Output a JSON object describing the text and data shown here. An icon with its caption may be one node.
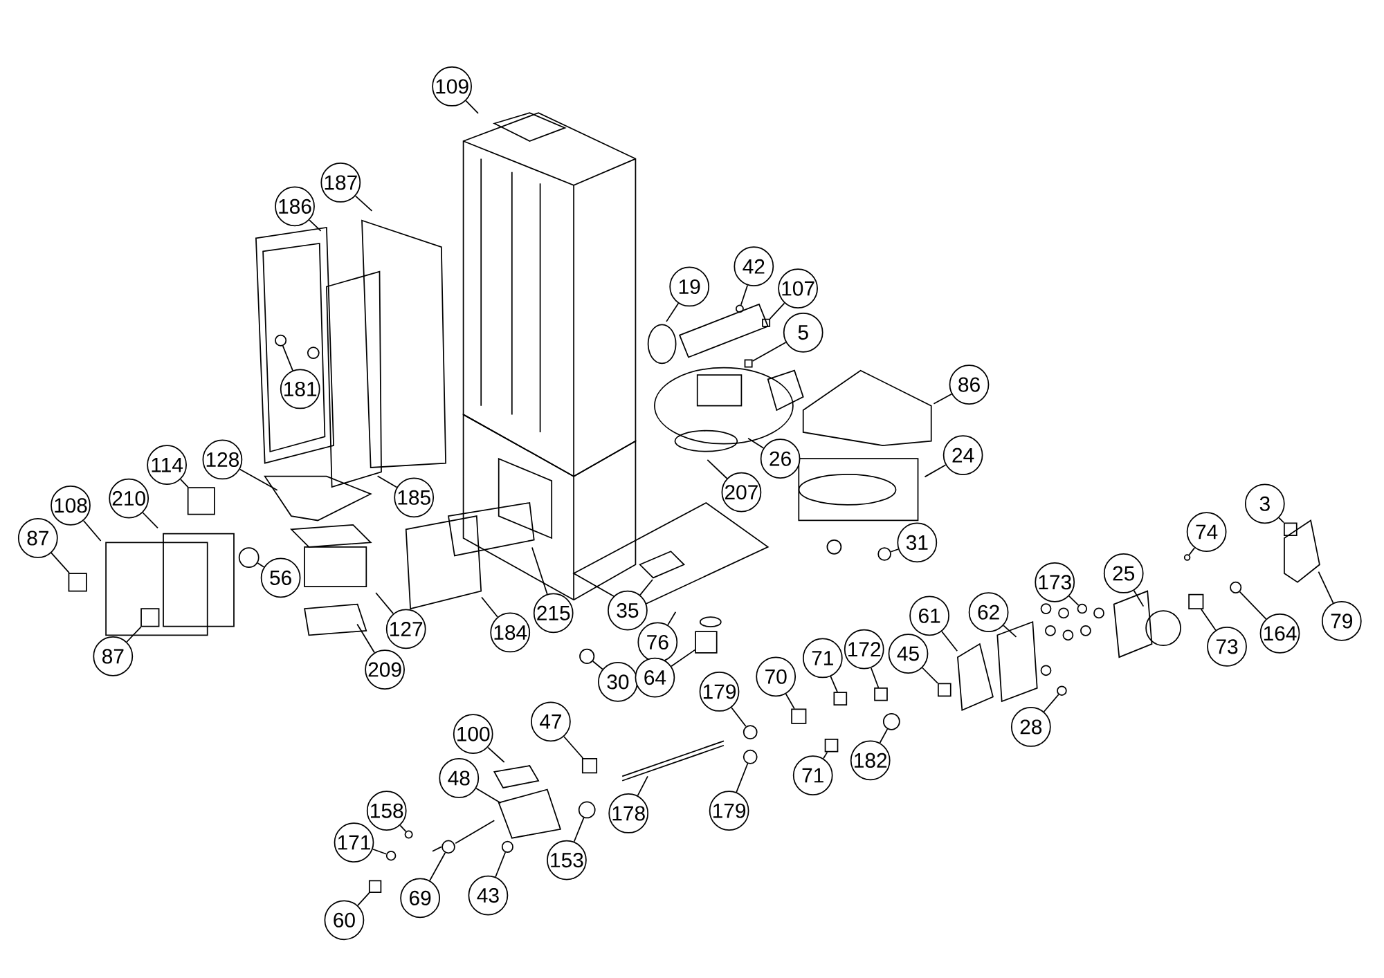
{
  "diagram": {
    "nodes": [
      {
        "text": [
          "109"
        ]
      },
      {
        "text": [
          "187"
        ]
      },
      {
        "text": [
          "186"
        ]
      },
      {
        "text": [
          "42"
        ]
      },
      {
        "text": [
          "19"
        ]
      },
      {
        "text": [
          "107"
        ]
      },
      {
        "text": [
          "5"
        ]
      },
      {
        "text": [
          "181"
        ]
      },
      {
        "text": [
          "86"
        ]
      },
      {
        "text": [
          "26"
        ]
      },
      {
        "text": [
          "24"
        ]
      },
      {
        "text": [
          "207"
        ]
      },
      {
        "text": [
          "128"
        ]
      },
      {
        "text": [
          "185"
        ]
      },
      {
        "text": [
          "114"
        ]
      },
      {
        "text": [
          "108"
        ]
      },
      {
        "text": [
          "210"
        ]
      },
      {
        "text": [
          "3"
        ]
      },
      {
        "text": [
          "74"
        ]
      },
      {
        "text": [
          "25"
        ]
      },
      {
        "text": [
          "173"
        ]
      },
      {
        "text": [
          "87"
        ]
      },
      {
        "text": [
          "56"
        ]
      },
      {
        "text": [
          "31"
        ]
      },
      {
        "text": [
          "61"
        ]
      },
      {
        "text": [
          "62"
        ]
      },
      {
        "text": [
          "164"
        ]
      },
      {
        "text": [
          "79"
        ]
      },
      {
        "text": [
          "73"
        ]
      },
      {
        "text": [
          "35"
        ]
      },
      {
        "text": [
          "215"
        ]
      },
      {
        "text": [
          "184"
        ]
      },
      {
        "text": [
          "127"
        ]
      },
      {
        "text": [
          "76"
        ]
      },
      {
        "text": [
          "87"
        ]
      },
      {
        "text": [
          "172"
        ]
      },
      {
        "text": [
          "45"
        ]
      },
      {
        "text": [
          "71"
        ]
      },
      {
        "text": [
          "70"
        ]
      },
      {
        "text": [
          "28"
        ]
      },
      {
        "text": [
          "209"
        ]
      },
      {
        "text": [
          "30"
        ]
      },
      {
        "text": [
          "64"
        ]
      },
      {
        "text": [
          "179"
        ]
      },
      {
        "text": [
          "71"
        ]
      },
      {
        "text": [
          "182"
        ]
      },
      {
        "text": [
          "47"
        ]
      },
      {
        "text": [
          "100"
        ]
      },
      {
        "text": [
          "178"
        ]
      },
      {
        "text": [
          "179"
        ]
      },
      {
        "text": [
          "48"
        ]
      },
      {
        "text": [
          "153"
        ]
      },
      {
        "text": [
          "158"
        ]
      },
      {
        "text": [
          "171"
        ]
      },
      {
        "text": [
          "43"
        ]
      },
      {
        "text": [
          "69"
        ]
      },
      {
        "text": [
          "60"
        ]
      },
      {
        "text": [],
        "shape": "box"
      },
      {
        "text": [],
        "shape": "box"
      },
      {
        "text": [],
        "shape": "box"
      },
      {
        "text": [],
        "shape": "circle"
      },
      {
        "text": [],
        "shape": "circle"
      },
      {
        "text": [],
        "shape": "box"
      },
      {
        "text": [],
        "shape": "circle"
      },
      {
        "text": [],
        "shape": "circle"
      },
      {
        "text": [],
        "shape": "circle"
      },
      {
        "text": [],
        "shape": "circle"
      },
      {
        "text": [],
        "shape": "circle"
      },
      {
        "text": [],
        "shape": "circle"
      },
      {
        "text": [],
        "shape": "box"
      },
      {
        "text": [],
        "shape": "box"
      },
      {
        "text": [],
        "shape": "circle"
      },
      {
        "text": [],
        "shape": "circle"
      },
      {
        "text": [],
        "shape": "box"
      },
      {
        "text": [],
        "shape": "circle"
      },
      {
        "text": [],
        "shape": "box"
      },
      {
        "text": [],
        "shape": "box"
      },
      {
        "text": [],
        "shape": "box"
      },
      {
        "text": [],
        "shape": "box"
      },
      {
        "text": [],
        "shape": "box"
      },
      {
        "text": [],
        "shape": "circle"
      },
      {
        "text": [],
        "shape": "circle"
      },
      {
        "text": [],
        "shape": "box"
      },
      {
        "text": [],
        "shape": "circle"
      },
      {
        "text": [],
        "shape": "circle"
      },
      {
        "text": [],
        "shape": "circle"
      },
      {
        "text": [],
        "shape": "box"
      },
      {
        "text": [],
        "shape": "circle"
      },
      {
        "text": [],
        "shape": "box"
      }
    ],
    "edges": [
      {
        "from": 0,
        "to": null,
        "arrow": "none"
      },
      {
        "from": 1,
        "to": null,
        "arrow": "none"
      },
      {
        "from": 2,
        "to": null,
        "arrow": "none"
      },
      {
        "from": 3,
        "to": 71,
        "arrow": "none"
      },
      {
        "from": 4,
        "to": null,
        "arrow": "none"
      },
      {
        "from": 5,
        "to": 75,
        "arrow": "none"
      },
      {
        "from": 6,
        "to": 73,
        "arrow": "none"
      },
      {
        "from": 7,
        "to": 61,
        "arrow": "none"
      },
      {
        "from": 8,
        "to": null,
        "arrow": "none"
      },
      {
        "from": 9,
        "to": null,
        "arrow": "none"
      },
      {
        "from": 10,
        "to": null,
        "arrow": "none"
      },
      {
        "from": 11,
        "to": null,
        "arrow": "none"
      },
      {
        "from": 12,
        "to": null,
        "arrow": "none"
      },
      {
        "from": 13,
        "to": null,
        "arrow": "none"
      },
      {
        "from": 14,
        "to": 59,
        "arrow": "none"
      },
      {
        "from": 15,
        "to": null,
        "arrow": "none"
      },
      {
        "from": 16,
        "to": null,
        "arrow": "none"
      },
      {
        "from": 17,
        "to": 88,
        "arrow": "none"
      },
      {
        "from": 18,
        "to": 85,
        "arrow": "none"
      },
      {
        "from": 19,
        "to": null,
        "arrow": "none"
      },
      {
        "from": 20,
        "to": 84,
        "arrow": "none"
      },
      {
        "from": 21,
        "to": 57,
        "arrow": "none"
      },
      {
        "from": 22,
        "to": 60,
        "arrow": "none"
      },
      {
        "from": 23,
        "to": 80,
        "arrow": "none"
      },
      {
        "from": 24,
        "to": null,
        "arrow": "none"
      },
      {
        "from": 25,
        "to": null,
        "arrow": "none"
      },
      {
        "from": 26,
        "to": 87,
        "arrow": "none"
      },
      {
        "from": 27,
        "to": null,
        "arrow": "none"
      },
      {
        "from": 28,
        "to": 86,
        "arrow": "none"
      },
      {
        "from": 29,
        "to": null,
        "arrow": "none"
      },
      {
        "from": 30,
        "to": null,
        "arrow": "none"
      },
      {
        "from": 31,
        "to": null,
        "arrow": "none"
      },
      {
        "from": 32,
        "to": null,
        "arrow": "none"
      },
      {
        "from": 33,
        "to": null,
        "arrow": "none"
      },
      {
        "from": 34,
        "to": 58,
        "arrow": "none"
      },
      {
        "from": 35,
        "to": 79,
        "arrow": "none"
      },
      {
        "from": 36,
        "to": 82,
        "arrow": "none"
      },
      {
        "from": 37,
        "to": 78,
        "arrow": "none"
      },
      {
        "from": 38,
        "to": 76,
        "arrow": "none"
      },
      {
        "from": 39,
        "to": 83,
        "arrow": "none"
      },
      {
        "from": 40,
        "to": null,
        "arrow": "none"
      },
      {
        "from": 41,
        "to": 68,
        "arrow": "none"
      },
      {
        "from": 42,
        "to": 70,
        "arrow": "none"
      },
      {
        "from": 43,
        "to": 72,
        "arrow": "none"
      },
      {
        "from": 44,
        "to": 77,
        "arrow": "none"
      },
      {
        "from": 45,
        "to": 81,
        "arrow": "none"
      },
      {
        "from": 46,
        "to": 69,
        "arrow": "none"
      },
      {
        "from": 47,
        "to": null,
        "arrow": "none"
      },
      {
        "from": 48,
        "to": null,
        "arrow": "none"
      },
      {
        "from": 49,
        "to": 74,
        "arrow": "none"
      },
      {
        "from": 50,
        "to": null,
        "arrow": "none"
      },
      {
        "from": 51,
        "to": 67,
        "arrow": "none"
      },
      {
        "from": 52,
        "to": 64,
        "arrow": "none"
      },
      {
        "from": 53,
        "to": 63,
        "arrow": "none"
      },
      {
        "from": 54,
        "to": 66,
        "arrow": "none"
      },
      {
        "from": 55,
        "to": 65,
        "arrow": "none"
      },
      {
        "from": 56,
        "to": 62,
        "arrow": "none"
      }
    ]
  }
}
